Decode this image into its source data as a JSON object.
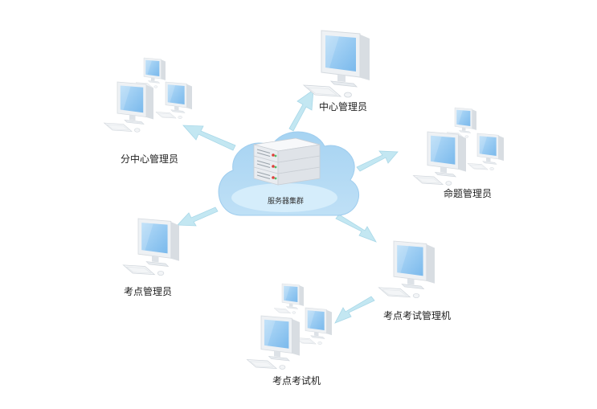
{
  "diagram": {
    "center": {
      "label": "服务器集群"
    },
    "nodes": {
      "center_admin": {
        "label": "中心管理员"
      },
      "branch_admin": {
        "label": "分中心管理员"
      },
      "question_admin": {
        "label": "命题管理员"
      },
      "site_admin": {
        "label": "考点管理员"
      },
      "site_exam_manager": {
        "label": "考点考试管理机"
      },
      "site_exam_pcs": {
        "label": "考点考试机"
      }
    }
  },
  "colors": {
    "cloud": "#a8d4f2",
    "cloud_inner": "#d2ebfa",
    "arrow": "#bfe6f2",
    "monitor_frame": "#f2f4f6",
    "monitor_screen": "#92c8f2"
  }
}
